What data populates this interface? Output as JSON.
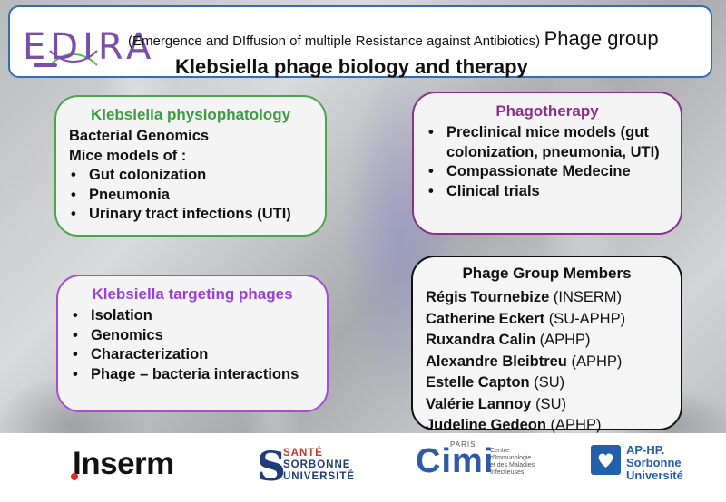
{
  "header": {
    "logo_text": "EDIRA",
    "subtitle": "(Emergence and DIffusion of multiple Resistance against Antibiotics)",
    "group": "Phage group",
    "title": "Klebsiella phage biology and therapy"
  },
  "cards": {
    "physio": {
      "title": "Klebsiella physiophatology",
      "line1": "Bacterial Genomics",
      "line2": "Mice models of :",
      "items": [
        "Gut colonization",
        "Pneumonia",
        "Urinary tract infections (UTI)"
      ]
    },
    "phagotherapy": {
      "title": "Phagotherapy",
      "items": [
        "Preclinical mice models (gut colonization, pneumonia, UTI)",
        "Compassionate Medecine",
        "Clinical trials"
      ]
    },
    "targeting": {
      "title": "Klebsiella targeting phages",
      "items": [
        "Isolation",
        "Genomics",
        "Characterization",
        "Phage – bacteria interactions"
      ]
    },
    "members": {
      "title": "Phage Group Members",
      "list": [
        {
          "name": "Régis Tournebize",
          "aff": "(INSERM)"
        },
        {
          "name": "Catherine Eckert",
          "aff": "(SU-APHP)"
        },
        {
          "name": "Ruxandra Calin",
          "aff": "(APHP)"
        },
        {
          "name": "Alexandre Bleibtreu",
          "aff": "(APHP)"
        },
        {
          "name": "Estelle Capton",
          "aff": "(SU)"
        },
        {
          "name": "Valérie Lannoy",
          "aff": "(SU)"
        },
        {
          "name": "Judeline Gedeon",
          "aff": "(APHP)"
        }
      ]
    }
  },
  "footer": {
    "inserm": "Inserm",
    "sorbonne_line1": "SANTÉ",
    "sorbonne_line2": "SORBONNE",
    "sorbonne_line3": "UNIVERSITÉ",
    "cimi": "Cimi",
    "cimi_paris": "PARIS",
    "cimi_line1": "Centre",
    "cimi_line2": "d'Immunologie",
    "cimi_line3": "et des Maladies",
    "cimi_line4": "Infectieuses",
    "aphp_line1": "AP-HP.",
    "aphp_line2": "Sorbonne",
    "aphp_line3": "Université"
  },
  "colors": {
    "header_border": "#2f6db5",
    "green": "#4aa54f",
    "purple": "#8a2f8f",
    "violet": "#a14fd8",
    "logo": "#7b4fa8"
  }
}
